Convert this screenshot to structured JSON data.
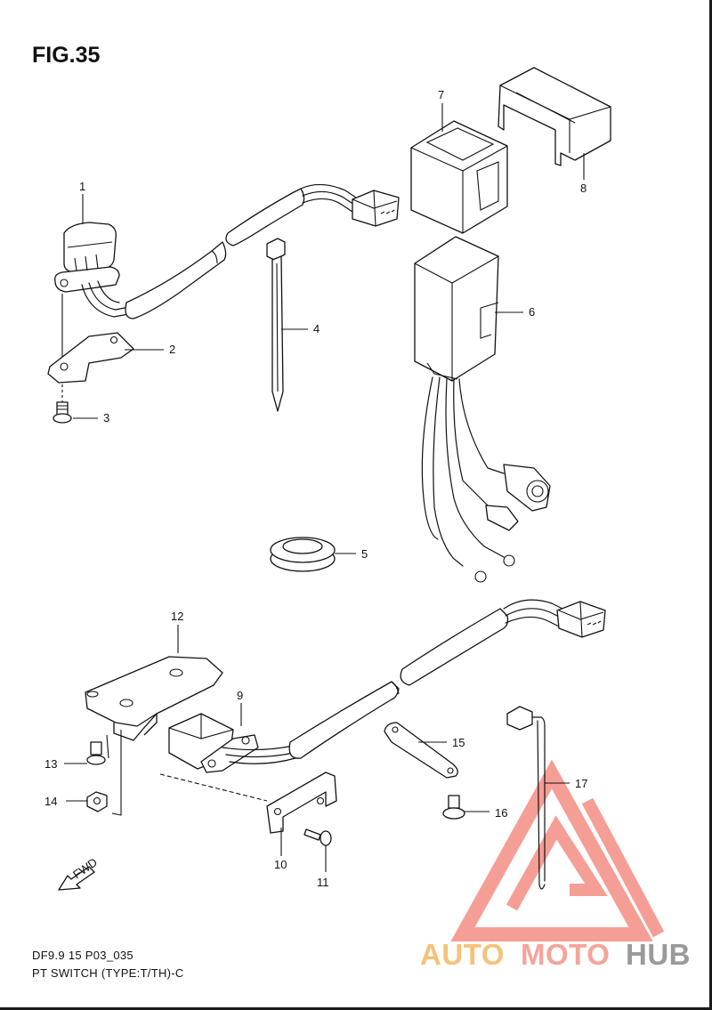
{
  "figure": {
    "title": "FIG.35",
    "code": "DF9.9 15 P03_035",
    "caption": "PT SWITCH (TYPE:T/TH)-C"
  },
  "callouts": [
    {
      "number": "1"
    },
    {
      "number": "2"
    },
    {
      "number": "3"
    },
    {
      "number": "4"
    },
    {
      "number": "5"
    },
    {
      "number": "6"
    },
    {
      "number": "7"
    },
    {
      "number": "8"
    },
    {
      "number": "9"
    },
    {
      "number": "10"
    },
    {
      "number": "11"
    },
    {
      "number": "12"
    },
    {
      "number": "13"
    },
    {
      "number": "14"
    },
    {
      "number": "15"
    },
    {
      "number": "16"
    },
    {
      "number": "17"
    }
  ],
  "fwd_arrow": {
    "label": "FWD",
    "icon": "fwd-arrow-icon"
  },
  "watermark": {
    "auto": "AUTO",
    "moto": "MOTO",
    "hub": "HUB",
    "colors": {
      "auto": "#f5c27a",
      "moto": "#f4a49a",
      "hub": "#9a9a9a",
      "logo": "#f4948a"
    }
  },
  "colors": {
    "ink": "#111111",
    "background": "#ffffff"
  }
}
